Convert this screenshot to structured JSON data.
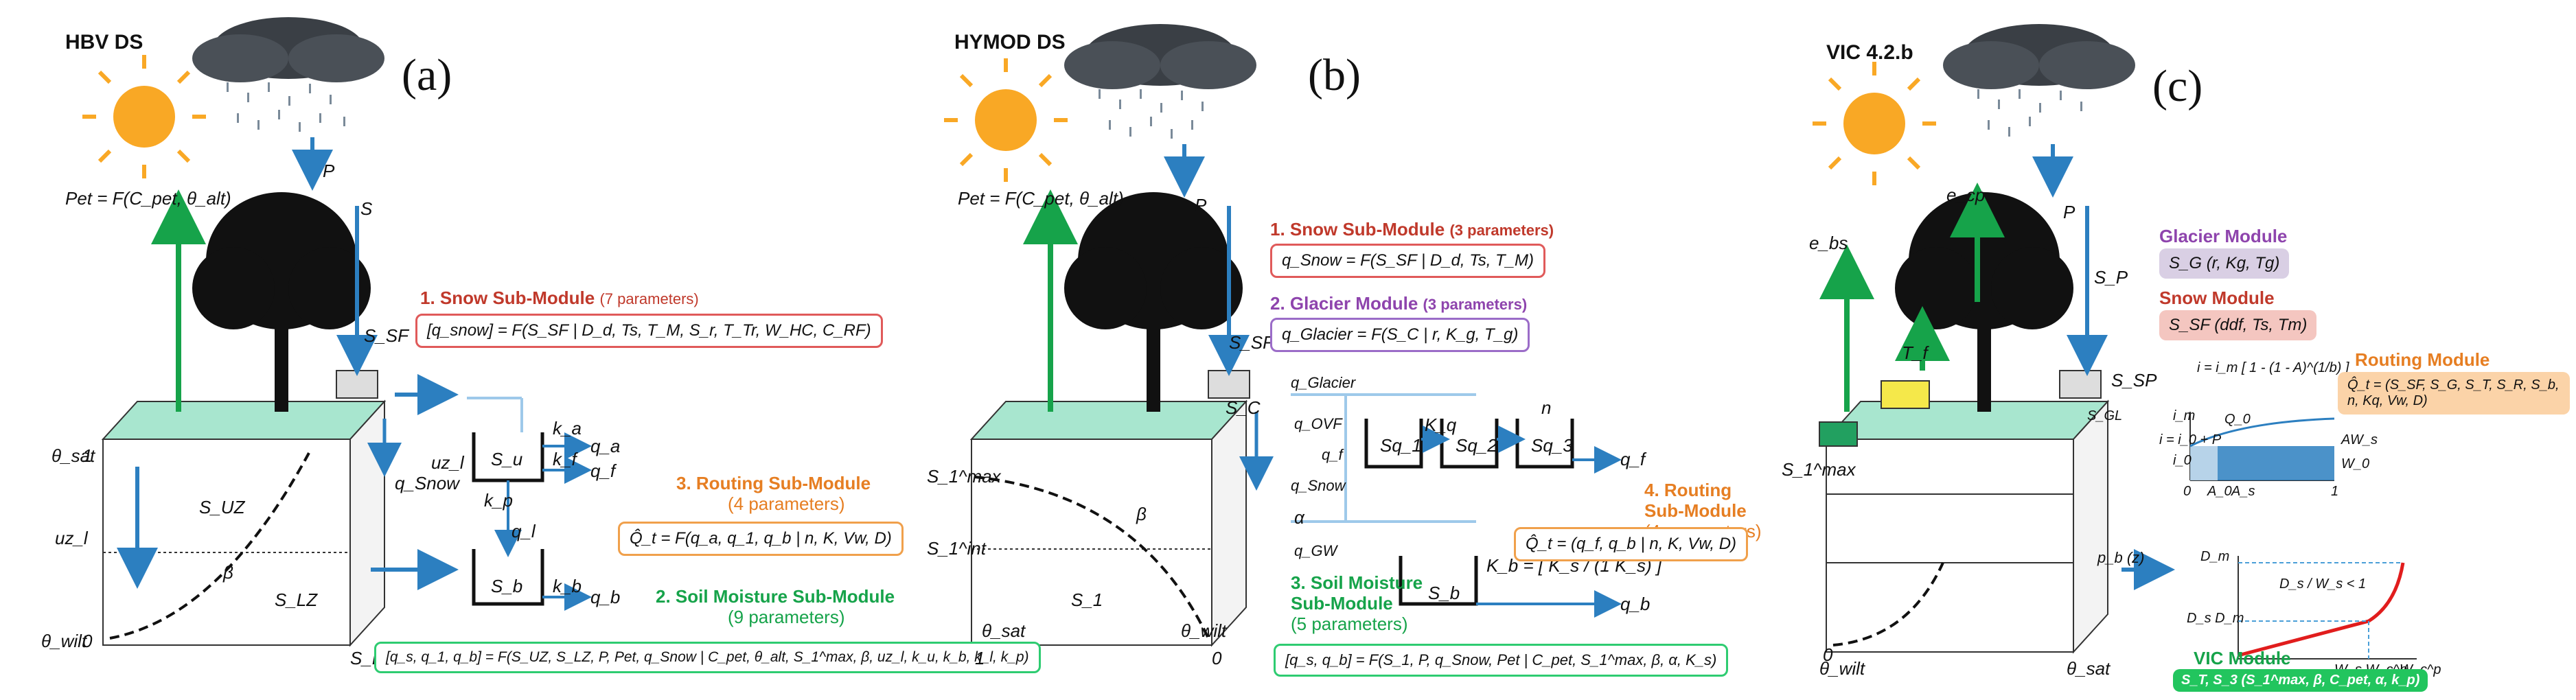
{
  "panel_a": {
    "model_name": "HBV DS",
    "letter": "(a)",
    "pet_eq": "Pet = F(C_pet, θ_alt)",
    "p": "P",
    "s": "S",
    "s_sf": "S_SF",
    "theta_sat": "θ_sat",
    "one": "1",
    "uz_l": "uz_l",
    "zero": "0",
    "theta_wilt": "θ_wilt",
    "s_uz": "S_UZ",
    "s_lz": "S_LZ",
    "beta": "β",
    "s_lz_max": "S_LZ^max",
    "q_snow": "q_Snow",
    "snow_title": "1. Snow Sub-Module",
    "snow_params": "(7 parameters)",
    "snow_eq": "[q_snow] = F(S_SF | D_d, Ts, T_M, S_r, T_Tr, W_HC, C_RF)",
    "routing_title": "3. Routing Sub-Module",
    "routing_params": "(4 parameters)",
    "routing_eq": "Q̂_t = F(q_a, q_1, q_b | n, K, Vw, D)",
    "soil_title": "2. Soil Moisture Sub-Module",
    "soil_params": "(9 parameters)",
    "soil_eq": "[q_s, q_1, q_b] = F(S_UZ, S_LZ, P, Pet, q_Snow | C_pet, θ_alt, S_1^max, β, uz_l, k_u, k_b, k_l, k_p)",
    "uz_label": "uz_l",
    "k_a": "k_a",
    "k_f": "k_f",
    "k_p": "k_p",
    "k_b": "k_b",
    "s_u": "S_u",
    "s_b": "S_b",
    "q_a": "q_a",
    "q_f": "q_f",
    "q_b": "q_b",
    "q_l": "q_l"
  },
  "panel_b": {
    "model_name": "HYMOD DS",
    "letter": "(b)",
    "pet_eq": "Pet = F(C_pet, θ_alt)",
    "p": "P",
    "s_sf": "S_SF",
    "s_c": "S_C",
    "s_max": "S_1^max",
    "s_int": "S_1^int",
    "beta": "β",
    "s1": "S_1",
    "theta_sat": "θ_sat",
    "theta_wilt": "θ_wilt",
    "one": "1",
    "zero": "0",
    "q_glacier": "q_Glacier",
    "q_ovf": "q_OVF",
    "q_snow": "q_Snow",
    "q_gw": "q_GW",
    "alpha": "α",
    "snow_title": "1. Snow Sub-Module",
    "snow_params": "(3 parameters)",
    "snow_eq": "q_Snow = F(S_SF | D_d, Ts, T_M)",
    "glacier_title": "2. Glacier Module",
    "glacier_params": "(3 parameters)",
    "glacier_eq": "q_Glacier = F(S_C | r, K_g, T_g)",
    "routing_title": "4. Routing",
    "routing_title2": "Sub-Module",
    "routing_params": "(4 parameters)",
    "routing_eq": "Q̂_t = (q_f, q_b | n, K, Vw, D)",
    "soil_title": "3. Soil Moisture",
    "soil_title2": "Sub-Module",
    "soil_params": "(5 parameters)",
    "soil_eq": "[q_s, q_b] = F(S_1, P, q_Snow, Pet | C_pet, S_1^max, β, α, K_s)",
    "sq1": "Sq_1",
    "sq2": "Sq_2",
    "sq3": "Sq_3",
    "sb": "S_b",
    "kq": "K_q",
    "ks_eq": "K_b = [ K_s / (1 K_s) ]",
    "n": "n",
    "q_f_out": "q_f",
    "q_b_out": "q_b",
    "q_f_side": "q_f"
  },
  "panel_c": {
    "model_name": "VIC 4.2.b",
    "letter": "(c)",
    "e_bs": "e_bs",
    "e_cp": "e_cp",
    "p": "P",
    "s_p": "S_P",
    "t_f": "T_f",
    "s_sp": "S_SP",
    "s_gl": "S_GL",
    "s_max": "S_1^max",
    "theta_sat": "θ_sat",
    "theta_wilt": "θ_wilt",
    "zero": "0",
    "glacier_title": "Glacier Module",
    "glacier_eq": "S_G (r, Kg, Tg)",
    "snow_title": "Snow Module",
    "snow_eq": "S_SF (ddf, Ts, Tm)",
    "routing_title": "Routing Module",
    "routing_eq": "Q̂_t = (S_SF, S_G, S_T, S_R, S_b, n, Kq, Vw, D)",
    "vic_title": "VIC Module",
    "vic_eq": "S_T, S_3 (S_1^max, β, C_pet, α, k_p)",
    "i_eq": "i = i_m [ 1 - (1 - A)^(1/b) ]",
    "i_m": "i_m",
    "q0": "Q_0",
    "i_p": "i = i_0 + P",
    "i0": "i_0",
    "aw": "AW_s",
    "w0": "W_0",
    "a0": "A_0",
    "as": "A_s",
    "x0": "0",
    "x1": "1",
    "d_m": "D_m",
    "ds_dm": "D_s D_m",
    "ds_ws": "D_s / W_s < 1",
    "ws_wc": "W_s W_c^p",
    "wc": "W_c^p",
    "pb": "p_b (z)"
  },
  "colors": {
    "blue_arrow": "#2c7fc0",
    "green_arrow": "#16a34a",
    "top_green": "#a8e6cf",
    "red": "#c0392b",
    "purple": "#8e44ad",
    "orange": "#e67e22",
    "green": "#22c55e"
  }
}
